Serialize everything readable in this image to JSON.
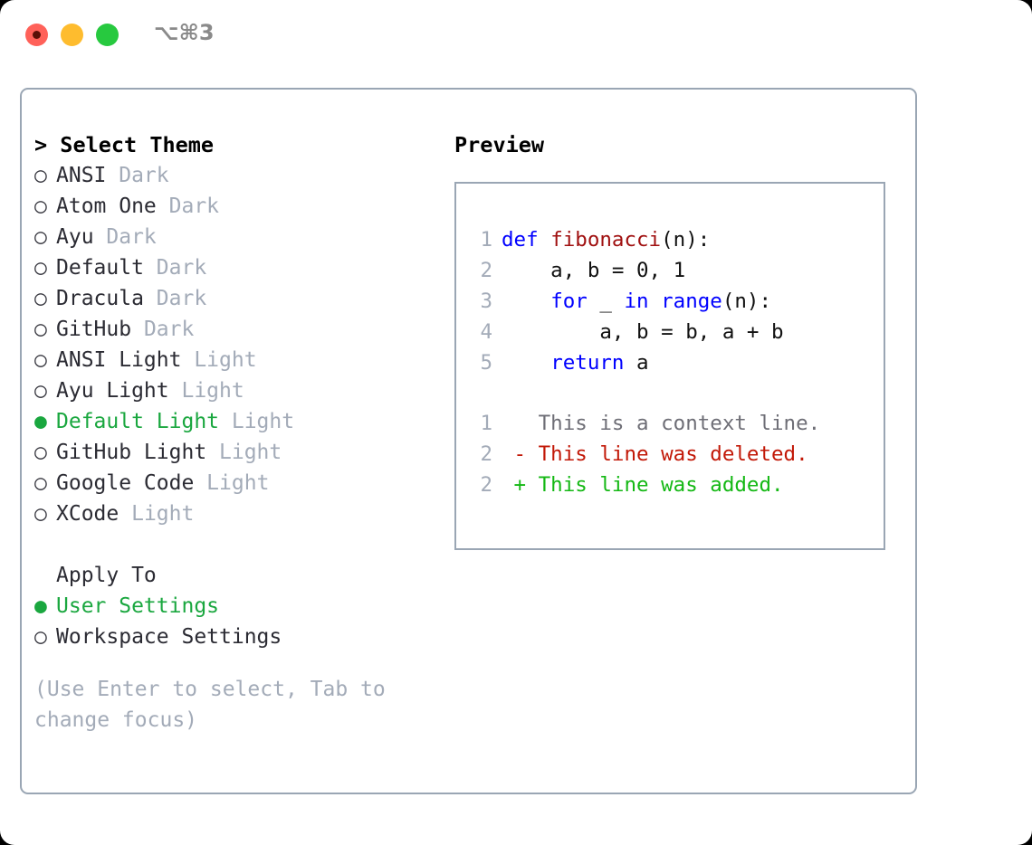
{
  "titlebar": {
    "shortcut": "⌥⌘3",
    "lights": [
      {
        "name": "close",
        "color": "#ff6159"
      },
      {
        "name": "minimize",
        "color": "#febc2e"
      },
      {
        "name": "maximize",
        "color": "#27c93f"
      }
    ]
  },
  "theme_picker": {
    "header": "> Select Theme",
    "bullet_empty": "○",
    "bullet_filled": "●",
    "items": [
      {
        "name": "ANSI",
        "tag": "Dark",
        "selected": false
      },
      {
        "name": "Atom One",
        "tag": "Dark",
        "selected": false
      },
      {
        "name": "Ayu",
        "tag": "Dark",
        "selected": false
      },
      {
        "name": "Default",
        "tag": "Dark",
        "selected": false
      },
      {
        "name": "Dracula",
        "tag": "Dark",
        "selected": false
      },
      {
        "name": "GitHub",
        "tag": "Dark",
        "selected": false
      },
      {
        "name": "ANSI Light",
        "tag": "Light",
        "selected": false
      },
      {
        "name": "Ayu Light",
        "tag": "Light",
        "selected": false
      },
      {
        "name": "Default Light",
        "tag": "Light",
        "selected": true
      },
      {
        "name": "GitHub Light",
        "tag": "Light",
        "selected": false
      },
      {
        "name": "Google Code",
        "tag": "Light",
        "selected": false
      },
      {
        "name": "XCode",
        "tag": "Light",
        "selected": false
      }
    ]
  },
  "apply_to": {
    "header": "Apply To",
    "items": [
      {
        "name": "User Settings",
        "selected": true
      },
      {
        "name": "Workspace Settings",
        "selected": false
      }
    ]
  },
  "hint": "(Use Enter to select, Tab to change focus)",
  "preview": {
    "title": "Preview",
    "code_lines": [
      {
        "number": "1",
        "tokens": [
          {
            "text": "def ",
            "style": "kw"
          },
          {
            "text": "fibonacci",
            "style": "fn"
          },
          {
            "text": "(n):",
            "style": "plain"
          }
        ]
      },
      {
        "number": "2",
        "tokens": [
          {
            "text": "    a, b = 0, 1",
            "style": "plain"
          }
        ]
      },
      {
        "number": "3",
        "tokens": [
          {
            "text": "    ",
            "style": "plain"
          },
          {
            "text": "for",
            "style": "kw"
          },
          {
            "text": " _ ",
            "style": "plain"
          },
          {
            "text": "in",
            "style": "kw"
          },
          {
            "text": " ",
            "style": "plain"
          },
          {
            "text": "range",
            "style": "kw"
          },
          {
            "text": "(n):",
            "style": "plain"
          }
        ]
      },
      {
        "number": "4",
        "tokens": [
          {
            "text": "        a, b = b, a + b",
            "style": "plain"
          }
        ]
      },
      {
        "number": "5",
        "tokens": [
          {
            "text": "    ",
            "style": "plain"
          },
          {
            "text": "return",
            "style": "kw"
          },
          {
            "text": " a",
            "style": "plain"
          }
        ]
      }
    ],
    "diff_lines": [
      {
        "number": "1",
        "marker": " ",
        "text": " This is a context line.",
        "style": "ctx"
      },
      {
        "number": "2",
        "marker": "-",
        "text": " This line was deleted.",
        "style": "del"
      },
      {
        "number": "2",
        "marker": "+",
        "text": " This line was added.",
        "style": "add"
      }
    ]
  },
  "colors": {
    "accent_green": "#1aa73f",
    "muted": "#a3abb8",
    "border": "#9aa6b4",
    "keyword": "#0000ff",
    "function": "#a01010",
    "diff_add": "#14b814",
    "diff_del": "#c21807"
  }
}
